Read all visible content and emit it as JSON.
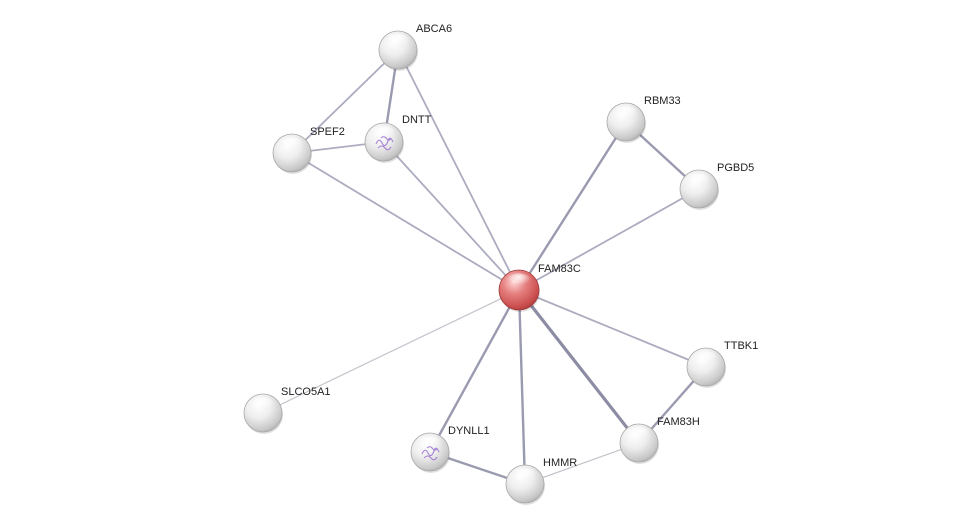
{
  "network": {
    "query_color": "#d9534f",
    "node_color": "#e6e6e6",
    "edge_color": "#9c9cb4",
    "nodes": [
      {
        "id": "FAM83C",
        "label": "FAM83C",
        "query": true,
        "structure": false
      },
      {
        "id": "ABCA6",
        "label": "ABCA6",
        "query": false,
        "structure": false
      },
      {
        "id": "DNTT",
        "label": "DNTT",
        "query": false,
        "structure": true
      },
      {
        "id": "SPEF2",
        "label": "SPEF2",
        "query": false,
        "structure": false
      },
      {
        "id": "RBM33",
        "label": "RBM33",
        "query": false,
        "structure": false
      },
      {
        "id": "PGBD5",
        "label": "PGBD5",
        "query": false,
        "structure": false
      },
      {
        "id": "TTBK1",
        "label": "TTBK1",
        "query": false,
        "structure": false
      },
      {
        "id": "FAM83H",
        "label": "FAM83H",
        "query": false,
        "structure": false
      },
      {
        "id": "HMMR",
        "label": "HMMR",
        "query": false,
        "structure": false
      },
      {
        "id": "DYNLL1",
        "label": "DYNLL1",
        "query": false,
        "structure": true
      },
      {
        "id": "SLCO5A1",
        "label": "SLCO5A1",
        "query": false,
        "structure": false
      }
    ],
    "edges": [
      {
        "source": "ABCA6",
        "target": "SPEF2",
        "strength": 1
      },
      {
        "source": "ABCA6",
        "target": "DNTT",
        "strength": 2
      },
      {
        "source": "SPEF2",
        "target": "DNTT",
        "strength": 1
      },
      {
        "source": "ABCA6",
        "target": "FAM83C",
        "strength": 1
      },
      {
        "source": "DNTT",
        "target": "FAM83C",
        "strength": 1
      },
      {
        "source": "SPEF2",
        "target": "FAM83C",
        "strength": 1
      },
      {
        "source": "RBM33",
        "target": "FAM83C",
        "strength": 2
      },
      {
        "source": "RBM33",
        "target": "PGBD5",
        "strength": 2
      },
      {
        "source": "PGBD5",
        "target": "FAM83C",
        "strength": 1
      },
      {
        "source": "TTBK1",
        "target": "FAM83C",
        "strength": 1
      },
      {
        "source": "TTBK1",
        "target": "FAM83H",
        "strength": 2
      },
      {
        "source": "FAM83H",
        "target": "FAM83C",
        "strength": 3
      },
      {
        "source": "FAM83H",
        "target": "HMMR",
        "strength": 0
      },
      {
        "source": "HMMR",
        "target": "FAM83C",
        "strength": 2
      },
      {
        "source": "DYNLL1",
        "target": "FAM83C",
        "strength": 2
      },
      {
        "source": "DYNLL1",
        "target": "HMMR",
        "strength": 2
      },
      {
        "source": "SLCO5A1",
        "target": "FAM83C",
        "strength": 0
      }
    ]
  }
}
